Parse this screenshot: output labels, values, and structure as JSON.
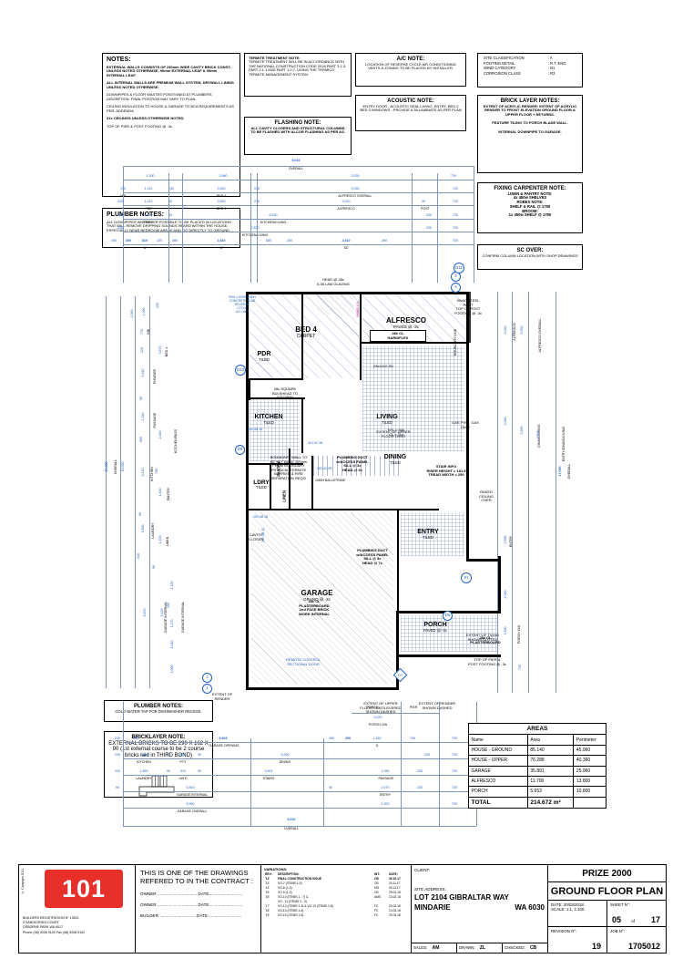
{
  "notes": {
    "general": {
      "title": "NOTES:",
      "lines": [
        "EXTERNAL WALLS CONSISTS OF 230mm WIDE CAVITY BRICK CONST., UNLESS NOTED OTHERWISE, 90mm EXTERNAL LEAF & 90mm INTERNAL LEAF.",
        "ALL INTERNAL WALLS ARE PREMIUM WALL SYSTEM, DRYWALL LINING UNLESS NOTED OTHERWISE.",
        "DOWNPIPES & FLOOR WASTES POSITIONED AT PLUMBERS DISCRETION.  FINAL POSITION MAY VARY TO PLAN.",
        "CEILING INSULATION TO HOUSE & GARAGE TO BCA REQUIREMENTS AS PER. ADDENDA.",
        "31c CEILINGS UNLESS OTHERWISE NOTED.",
        "TOP OF PIER & POST FOOTING @ -3c"
      ]
    },
    "plumber": {
      "title": "PLUMBER NOTES:",
      "body": "ALL DOWNPIPES WHEREVER POSSIBLE TO BE PLACED IN LOCATIONS THAT WILL REMOVE DRIPPING SOUNDS HEARD WITHIN THE HOUSE, ESPECIALLY NEAR BEDROOM AREAS AND GO DIRECTLY TO GROUND"
    },
    "termite": {
      "title": "TERMITE TREATMENT NOTE:",
      "body": "TERMITE TREATMENT WILL BE IN ACCORDANCE WITH THE NATIONAL CONSTRUCTION CODE 2016 PART 3.1.3, PART 2.1.1 AND PART 1.0.7. USING THE TERMICO TERMITE MANAGEMENT SYSTEM."
    },
    "flashing": {
      "title": "FLASHING NOTE:",
      "body": "ALL CAVITY CLOSERS AND STRUCTURAL COLUMNS TO BE FLASHED WITH ALCOR FLASHING AS PER AS."
    },
    "ac": {
      "title": "A/C NOTE:",
      "body": "LOCATION OF REVERSE CYCLE AIR CONDITIONING VENTS & ZONING TO BE PLACED BY INSTALLER."
    },
    "acoustic": {
      "title": "ACOUSTIC NOTE:",
      "body": "ENTRY DOOR - ACOUSTIC SEAL LIVING, ENTRY, BED 2 BED 3 WINDOWS - PROVIDE 6.38 LAMINATE AS PER PLAN"
    },
    "site_classification": {
      "rows": [
        {
          "label": "SITE CLASSIFICATION",
          "value": ": A"
        },
        {
          "label": "FOOTING DETAIL",
          "value": ": R.T. ENG"
        },
        {
          "label": "WIND CATEGORY",
          "value": ": N1"
        },
        {
          "label": "CORROSION CLASS",
          "value": ": R3"
        }
      ]
    },
    "bricklayer": {
      "title": "BRICK LAYER NOTES:",
      "body1": "EXTENT OF ACRYLIC RENDER: EXTENT OF ACRYLIC RENDER TO FRONT ELEVATION GROUND FLOOR & UPPER FLOOR + RETURNS.",
      "body2": "FEATURE TILING TO PORCH BLADE WALL.",
      "body3": "INTERNAL DOWNPIPE TO GARAGE."
    },
    "carpenter": {
      "title": "FIXING CARPENTER NOTE:",
      "lines": [
        "LINEN & PANTRY NOTE:",
        "4x 450w SHELVES",
        "ROBES NOTE:",
        "SHELF & RAIL @ 1750",
        "BROOM:",
        "1x 450w SHELF @ 1750"
      ]
    },
    "sc_over": {
      "title": "SC OVER:",
      "body": "CONFIRM COLUMN LOCATION WITH SHOP DRAWINGS"
    },
    "plumber2": {
      "title": "PLUMBER NOTES:",
      "body": "COLD WATER TAP FOR DISHWASHER RECESS."
    },
    "bricklayer2": {
      "title": "BRICKLAYER NOTE:",
      "body": "EXTERNAL BRICKS TO BE 290 X 162 X 90 (1st external course to be 2 course bricks laid in THIRD BOND)"
    }
  },
  "plan": {
    "rooms": [
      {
        "name": "BED 4",
        "sub": "CARPET"
      },
      {
        "name": "ALFRESCO",
        "sub": "PAVED @ -3c"
      },
      {
        "name": "PDR",
        "sub": "TILED"
      },
      {
        "name": "KITCHEN",
        "sub": "TILED"
      },
      {
        "name": "LIVING",
        "sub": "TILED"
      },
      {
        "name": "DINING",
        "sub": "TILED"
      },
      {
        "name": "LDRY",
        "sub": "TILED"
      },
      {
        "name": "GARAGE",
        "sub": "GRANO @ -2c"
      },
      {
        "name": "ENTRY",
        "sub": "TILED"
      },
      {
        "name": "PORCH",
        "sub": "PAVED @ -3c"
      },
      {
        "name": "PANTRY",
        "sub": ""
      },
      {
        "name": "LINEN",
        "sub": ""
      }
    ],
    "annotations": {
      "alfresco_ceiling": "28c CL\nHARDIFLEX",
      "alfresco_beam": "28x2410 SD",
      "ac_unit": "900L x 500W x 50H\nCONCRETE SLAB\nREVERSE\nCYCLE\nA/C UNIT",
      "bulkhead": "28c SQUARE\nBULKHEAD TO\nKITCHEN",
      "boundary_wall": "BOUNDARY WALL TO\nBE SET BACK 200mm\nFROM BOUNDARY\nPHYSICAL TERMITE\nBARRIER & FIRE\nSEPARATION REQ'D",
      "upper_floor_over": "EXTENT OF UPPER\nFLOOR OVER",
      "ffl": "FFL = 00c\nCL = 31c",
      "gas_note": "GAS P'INT, GAS\nHWU",
      "plumb_duct_1": "PLUMBING DUCT\nw/ACCESS PANEL\nSILL @ 3c\nHEAD @ 6c",
      "plumb_duct_2": "PLUMBING DUCT\nw/ACCESS PANEL\nSILL @ 3c\nHEAD @ 7c",
      "stair_info": "STAIR INFO\nRISER HEIGHT = 181.5\nTREAD WIDTH = 250",
      "balustrade": "1050H BALUSTRADE",
      "raked_ceiling": "RAKED\nCEILING\nOVER",
      "garage_wall": "28c CL\nPLASTERBOARD\n2nd FACE BRICK\nWORK INTERNAL",
      "sectional_door": "REMOTE CONTROL\nSECTIONAL DOOR",
      "porch_ceiling": "28c CL\nPLASTERBOARD",
      "extent_render_dashed": "EXTENT OF RENDER\nSHOWN DASHED",
      "extent_tiling": "EXTENT OF TILING\nSHOWN DOTTED",
      "pier_footing": "TOP OF PIER &\nPOST FOOTING @ -3c",
      "steel_post": "90x90 STEEL\nPOST\nTOP OF POST\nFOOTING @ -3c",
      "boundary_line": "BOUNDARY LINE",
      "head_lam": "HEAD @ 28c\n6.38 LAM GLAZING",
      "extent_render": "EXTENT OF\nRENDER",
      "upper_cantilever": "EXTENT OF UPPER\nFLOOR CANTILEVERED\nSHOWN DASHED",
      "lintel_310uc": "310 UC 96",
      "lintel_250uc": "250 UC 89",
      "lintel_150ub": "150 UB 14",
      "lintel_200ub": "200 UB 18",
      "lintel_260ub": "260 UB 32",
      "lintel_342x83": "342x83 LVL",
      "cavity_closer": "CAVITY\nCLOSER"
    },
    "dims_top": {
      "overall": {
        "value": "9,010",
        "label": "OVERALL"
      },
      "row1": [
        {
          "value": "1,300",
          "label": ""
        },
        {
          "value": "3,960",
          "label": ""
        },
        {
          "value": "3,030",
          "label": ""
        },
        {
          "value": "720",
          "label": ""
        }
      ],
      "row2": [
        {
          "value": "190",
          "label": "NIB"
        },
        {
          "value": "1,110",
          "label": ""
        },
        {
          "value": "230",
          "label": ""
        },
        {
          "value": "3,530",
          "label": "BED 4"
        },
        {
          "value": "230",
          "label": ""
        },
        {
          "value": "3,030",
          "label": "ALFRESCO OVERALL"
        },
        {
          "value": "720",
          "label": ""
        }
      ],
      "row3": [
        {
          "value": "230",
          "label": ""
        },
        {
          "value": "1,210",
          "label": "PDR"
        },
        {
          "value": "90",
          "label": ""
        },
        {
          "value": "3,530",
          "label": "BED 4"
        },
        {
          "value": "230",
          "label": ""
        },
        {
          "value": "2,010",
          "label": "ALFRESCO"
        },
        {
          "value": "90",
          "label": "POST"
        },
        {
          "value": "720",
          "label": ""
        }
      ],
      "row4": [
        {
          "value": "230",
          "label": ""
        },
        {
          "value": "1,210",
          "label": "PASS"
        },
        {
          "value": "90",
          "label": ""
        },
        {
          "value": "6,530",
          "label": "KITCHEN/LIVING"
        },
        {
          "value": "230",
          "label": ""
        },
        {
          "value": "720",
          "label": ""
        }
      ],
      "row5": [
        {
          "value": "230",
          "label": ""
        },
        {
          "value": "7,830",
          "label": "KITCHEN/LIVING"
        },
        {
          "value": "230",
          "label": ""
        },
        {
          "value": "720",
          "label": ""
        }
      ],
      "row6": [
        {
          "value": "190",
          "label": ""
        },
        {
          "value": "300",
          "label": ""
        },
        {
          "value": "810",
          "label": "W"
        },
        {
          "value": "100",
          "label": ""
        },
        {
          "value": "580",
          "label": ""
        },
        {
          "value": "2,810",
          "label": "W"
        },
        {
          "value": "580",
          "label": ""
        },
        {
          "value": "200",
          "label": ""
        },
        {
          "value": "2,410",
          "label": "SD"
        },
        {
          "value": "390",
          "label": ""
        },
        {
          "value": "720",
          "label": ""
        }
      ]
    },
    "dims_bottom": {
      "overall": {
        "value": "9,010",
        "label": "OVERALL"
      },
      "row1": [
        {
          "value": "230",
          "label": ""
        },
        {
          "value": "760",
          "label": ""
        },
        {
          "value": "5,603",
          "label": "GARAGE OPENING"
        },
        {
          "value": "490",
          "label": ""
        },
        {
          "value": "250",
          "label": ""
        },
        {
          "value": "1,260",
          "label": "D"
        },
        {
          "value": "790",
          "label": ""
        },
        {
          "value": "720",
          "label": ""
        }
      ],
      "row2": [
        {
          "value": "230",
          "label": ""
        },
        {
          "value": "1,880",
          "label": "KITCHEN"
        },
        {
          "value": "90",
          "label": ""
        },
        {
          "value": "870",
          "label": "PTY"
        },
        {
          "value": "90",
          "label": ""
        },
        {
          "value": "5,290",
          "label": "DINING"
        },
        {
          "value": "230",
          "label": ""
        },
        {
          "value": "720",
          "label": ""
        }
      ],
      "row3": [
        {
          "value": "230",
          "label": ""
        },
        {
          "value": "1,850",
          "label": "LAUNDRY"
        },
        {
          "value": "90",
          "label": ""
        },
        {
          "value": "510",
          "label": "LIN'D"
        },
        {
          "value": "90",
          "label": ""
        },
        {
          "value": "3,902",
          "label": "STAIRS"
        },
        {
          "value": "1,390",
          "label": "PASSAGE"
        },
        {
          "value": "230",
          "label": ""
        },
        {
          "value": "720",
          "label": ""
        }
      ],
      "row4": [
        {
          "value": "90",
          "label": ""
        },
        {
          "value": "5,810",
          "label": "GARAGE INTERNAL"
        },
        {
          "value": "90",
          "label": ""
        },
        {
          "value": "2,070",
          "label": "ENTRY"
        },
        {
          "value": "230",
          "label": ""
        },
        {
          "value": "720",
          "label": ""
        }
      ],
      "row5": [
        {
          "value": "5,990",
          "label": "GARAGE OVERALL"
        },
        {
          "value": "2,300",
          "label": ""
        },
        {
          "value": "720",
          "label": ""
        }
      ],
      "porch": [
        {
          "value": "3,020",
          "label": "PORCH O/A"
        },
        {
          "value": "PORCH",
          "label": ""
        },
        {
          "value": "PIER",
          "label": ""
        }
      ]
    },
    "dims_left": {
      "overall": {
        "value": "17,090",
        "label": "OVERALL"
      },
      "sub_overall": {
        "value": "15,090",
        "label": ""
      },
      "items": [
        {
          "value": "2,000",
          "label": ""
        },
        {
          "value": "1,300",
          "label": ""
        },
        {
          "value": "230",
          "label": ""
        },
        {
          "value": "770",
          "label": "NIB"
        },
        {
          "value": "220",
          "label": ""
        },
        {
          "value": "3,670",
          "label": "BED 4"
        },
        {
          "value": "1,610",
          "label": "POWDER"
        },
        {
          "value": "90",
          "label": ""
        },
        {
          "value": "1,340",
          "label": "PASSAGE"
        },
        {
          "value": "900",
          "label": ""
        },
        {
          "value": "2,300",
          "label": "KITCHEN/PASS"
        },
        {
          "value": "3,420",
          "label": "KITCHEN"
        },
        {
          "value": "790",
          "label": ""
        },
        {
          "value": "1,400",
          "label": "PANTRY"
        },
        {
          "value": "90",
          "label": ""
        },
        {
          "value": "1,800",
          "label": "LAUNDRY"
        },
        {
          "value": "1,400",
          "label": "LINEN"
        },
        {
          "value": "310",
          "label": ""
        },
        {
          "value": "90",
          "label": ""
        },
        {
          "value": "5,870",
          "label": "GARAGE INTERNAL"
        },
        {
          "value": "5,420",
          "label": "GARAGE INTERNAL"
        },
        {
          "value": "1,300",
          "label": ""
        },
        {
          "value": "290",
          "label": ""
        },
        {
          "value": "1,270",
          "label": ""
        },
        {
          "value": "1,010",
          "label": ""
        },
        {
          "value": "1,500",
          "label": ""
        }
      ]
    },
    "dims_right": {
      "overall": {
        "value": "17,090",
        "label": "OVERALL"
      },
      "items": [
        {
          "value": "3,030",
          "label": "ALFRESCO"
        },
        {
          "value": "3,030",
          "label": "ALFRESCO OVERALL"
        },
        {
          "value": "2,930",
          "label": ""
        },
        {
          "value": "2,930",
          "label": "DINING/LIVING"
        },
        {
          "value": "2,930",
          "label": "ENTRY/DINING/LIVING"
        },
        {
          "value": "3,590",
          "label": "ENTRY"
        },
        {
          "value": "2,040",
          "label": ""
        },
        {
          "value": "1,550",
          "label": "PORCH O/A"
        },
        {
          "value": "720",
          "label": ""
        }
      ]
    },
    "markers": {
      "bubbles": [
        "3",
        "4",
        "1",
        "2",
        "S1",
        "D6",
        "D7",
        "D9",
        "D10",
        "D11",
        "2",
        "1"
      ]
    }
  },
  "areas": {
    "title": "AREAS",
    "columns": [
      "Name",
      "Area",
      "Perimeter"
    ],
    "rows": [
      {
        "name": "HOUSE - GROUND",
        "area": "85.140",
        "perimeter": "45.960"
      },
      {
        "name": "HOUSE - UPPER",
        "area": "76.288",
        "perimeter": "40.360"
      },
      {
        "name": "GARAGE",
        "area": "35.891",
        "perimeter": "25.960"
      },
      {
        "name": "ALFRESCO",
        "area": "11.700",
        "perimeter": "13.800"
      },
      {
        "name": "PORCH",
        "area": "5.653",
        "perimeter": "10.800"
      }
    ],
    "total": {
      "name": "TOTAL",
      "area": "214.672 m²",
      "perimeter": ""
    }
  },
  "titleblock": {
    "copyright": "© Copyright 2011",
    "logo_number": "101",
    "builder_reg": [
      "BUILDERS REGISTRATION N° 13521",
      "3 SANGIORGIO COURT",
      "OSBORNE PARK  WA  6017",
      "Phone (08) 9208 9100  Fax (08) 9208 9102"
    ],
    "contract": {
      "line1": "THIS IS ONE OF THE DRAWINGS",
      "line2": "REFERED TO IN THE CONTRACT :",
      "sig1": "OWNER ...................................DATE.............................",
      "sig2": "OWNER ...................................DATE.............................",
      "sig3": "BUILDER ................................DATE............................."
    },
    "variations": {
      "title": "VARIATIONS:",
      "columns": [
        "REV:",
        "DESCRIPTION:",
        "INT:",
        "DATE:"
      ],
      "rows": [
        {
          "rev": "'12'",
          "desc": "FINAL CONSTRUCTION ISSUE",
          "int": "CB",
          "date": "30.10.17",
          "bold": true
        },
        {
          "rev": "'13'",
          "desc": "VO-7 (ITEMS 1-6)",
          "int": "CB",
          "date": "03.11.17",
          "bold": false
        },
        {
          "rev": "'14'",
          "desc": "VO-8 (1-3)",
          "int": "MG",
          "date": "09.11.17",
          "bold": false
        },
        {
          "rev": "'15'",
          "desc": "VO-9 (1-3)",
          "int": "CB",
          "date": "25.01.18",
          "bold": false
        },
        {
          "rev": "'16'",
          "desc": "VO-10 (ITEMS 1 - 7) &",
          "int": "AMS",
          "date": "13.02.18",
          "bold": false
        },
        {
          "rev": "",
          "desc": "VO - 11 (ITEMS 1 - 3)",
          "int": "",
          "date": "",
          "bold": false
        },
        {
          "rev": "'17'",
          "desc": "VO-12 (ITEMS 1-3) & VO-13 (ITEMS 1-6)",
          "int": "FC",
          "date": "20.02.18",
          "bold": false
        },
        {
          "rev": "'18'",
          "desc": "VO-14 (ITEMS 1-6)",
          "int": "FC",
          "date": "14.03.18",
          "bold": false
        },
        {
          "rev": "'19'",
          "desc": "VO-15 (ITEMS 1-6)",
          "int": "FC",
          "date": "20.03.18",
          "bold": false
        }
      ]
    },
    "client": {
      "client_label": "CLIENT:",
      "client_value": "",
      "site_label": "SITE ADDRESS:",
      "address_line1": "LOT 2104 GIBRALTAR WAY",
      "address_line2": "MINDARIE",
      "address_state": "WA   6030",
      "sales_label": "SALES:",
      "sales_value": "AM",
      "drawn_label": "DRAWN:",
      "drawn_value": "ZL",
      "checked_label": "CHECKED:",
      "checked_value": "CB"
    },
    "sheet": {
      "project": "PRIZE 2000",
      "drawing_title": "GROUND FLOOR PLAN",
      "date_label": "DATE:",
      "date_value": "20/03/2018",
      "scale_label": "SCALE:",
      "scale_value": "1:1, 1:100",
      "sheet_label": "SHEET N°:",
      "sheet_value": "05",
      "of_label": "of",
      "of_value": "17",
      "revision_label": "REVISION N°:",
      "revision_value": "19",
      "job_label": "JOB N°:",
      "job_value": "1705012"
    }
  }
}
